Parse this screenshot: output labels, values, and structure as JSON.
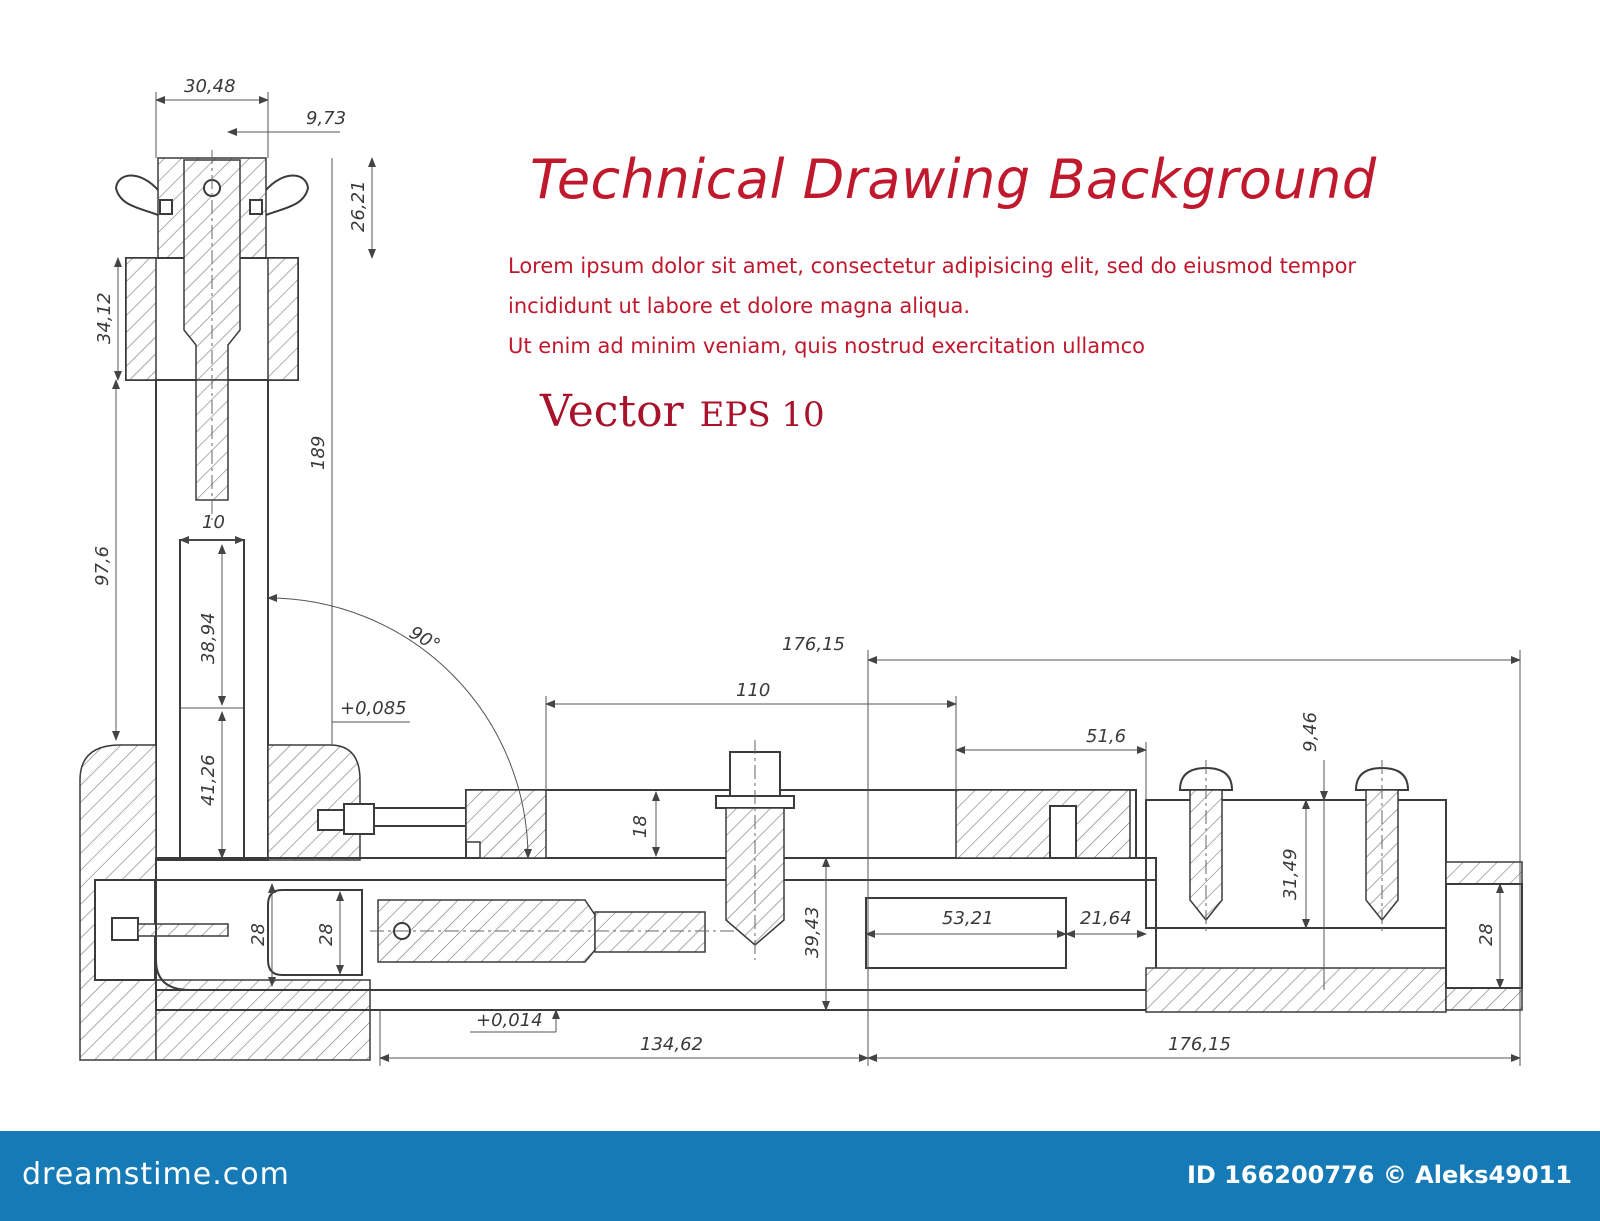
{
  "header": {
    "title": "Technical Drawing Background",
    "lines": [
      "Lorem ipsum dolor sit amet, consectetur adipisicing elit, sed do eiusmod tempor",
      "incididunt ut labore et dolore magna aliqua.",
      "Ut enim ad minim veniam, quis nostrud exercitation ullamco"
    ],
    "vector_label": "Vector",
    "eps_label": "EPS 10"
  },
  "dimensions": {
    "d30_48": "30,48",
    "d9_73": "9,73",
    "d26_21": "26,21",
    "d34_12": "34,12",
    "d189": "189",
    "d10": "10",
    "d97_6": "97,6",
    "d38_94": "38,94",
    "d41_26": "41,26",
    "d90deg": "90°",
    "tol_085": "+0,085",
    "d176_15_top": "176,15",
    "d110": "110",
    "d51_6": "51,6",
    "d9_46": "9,46",
    "d18": "18",
    "d31_49": "31,49",
    "d28_a": "28",
    "d28_b": "28",
    "d39_43": "39,43",
    "d53_21": "53,21",
    "d21_64": "21,64",
    "d28_right": "28",
    "tol_014": "+0,014",
    "d134_62": "134,62",
    "d176_15_bottom": "176,15"
  },
  "footer": {
    "logo": "dreamstime.com",
    "credit": "ID 166200776 © Aleks49011"
  },
  "colors": {
    "accent_red": "#c0182d",
    "footer_blue": "#157ab5",
    "line_gray": "#3b3b3b"
  }
}
